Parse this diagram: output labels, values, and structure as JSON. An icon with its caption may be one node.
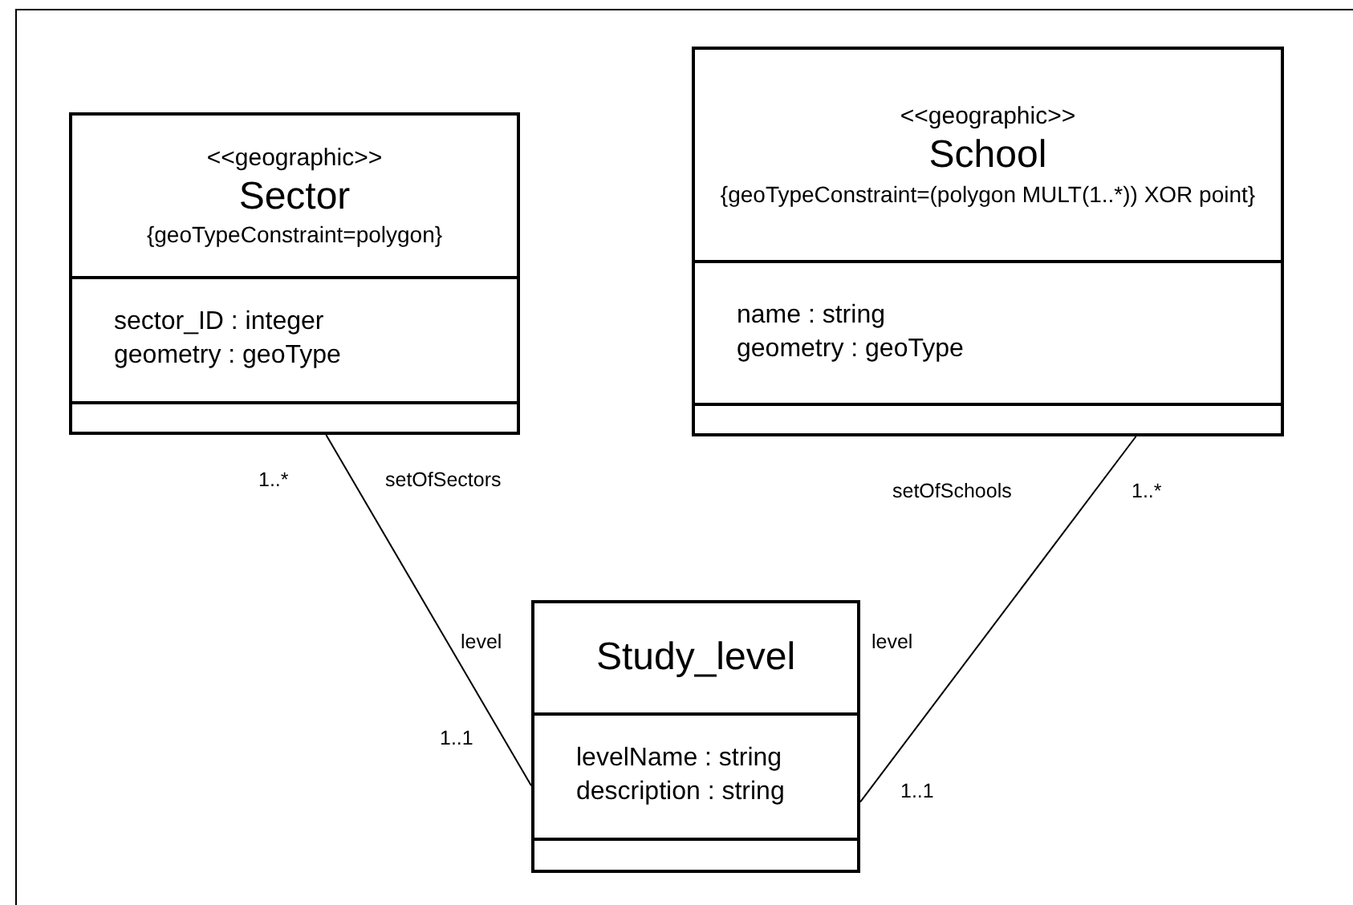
{
  "diagram": {
    "nodes": [
      {
        "text": [
          "<<geographic>>",
          "Sector",
          "{geoTypeConstraint=polygon}",
          "sector_ID : integer",
          "geometry : geoType"
        ]
      },
      {
        "text": [
          "<<geographic>>",
          "School",
          "{geoTypeConstraint=(polygon MULT(1..*)) XOR point}",
          "name : string",
          "geometry : geoType"
        ]
      },
      {
        "text": [
          "Study_level",
          "levelName : string",
          "description : string"
        ]
      }
    ],
    "edges": [
      {
        "from": 0,
        "to": 2,
        "arrow": "none"
      },
      {
        "from": 1,
        "to": 2,
        "arrow": "none"
      }
    ],
    "labels": [
      "1..*",
      "setOfSectors",
      "setOfSchools",
      "1..*",
      "level",
      "level",
      "1..1",
      "1..1"
    ]
  }
}
